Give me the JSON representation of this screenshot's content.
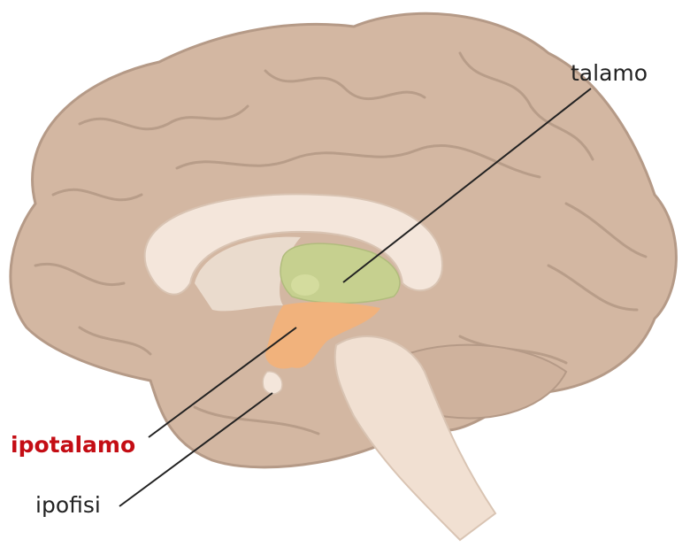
{
  "labels": {
    "talamo": "talamo",
    "ipotalamo": "ipotalamo",
    "ipofisi": "ipofisi"
  },
  "colors": {
    "brain": "#d3b7a2",
    "brain_outline": "#b59a87",
    "inner": "#f4e6db",
    "thalamus": "#c6d08f",
    "hypothalamus": "#f1b27c",
    "highlight_label": "#c40d14"
  }
}
